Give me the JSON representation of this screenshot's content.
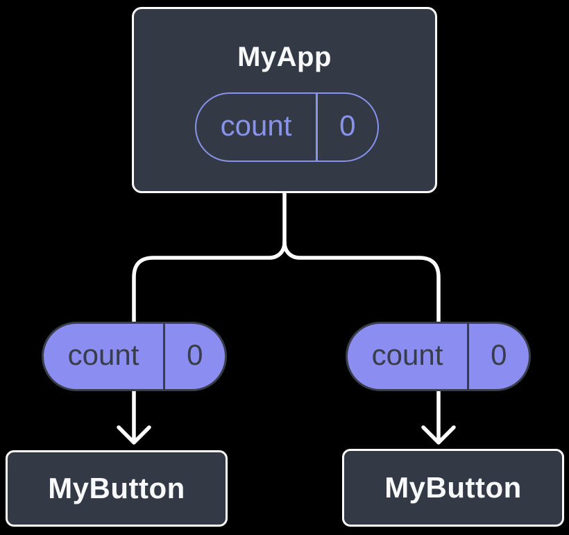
{
  "colors": {
    "background": "#000000",
    "card": "#333A46",
    "card_border": "#FFFFFF",
    "connector": "#FFFFFF",
    "purple_fill": "#8B8DF0",
    "purple_stroke": "#8893EC",
    "pill_dark_outline": "#373D49",
    "dark_text": "#373D49",
    "light_text": "#F8F9FB"
  },
  "root_component": {
    "title": "MyApp",
    "state_pill": {
      "label": "count",
      "value": "0"
    }
  },
  "children": [
    {
      "prop_pill": {
        "label": "count",
        "value": "0"
      },
      "component": {
        "title": "MyButton"
      }
    },
    {
      "prop_pill": {
        "label": "count",
        "value": "0"
      },
      "component": {
        "title": "MyButton"
      }
    }
  ]
}
